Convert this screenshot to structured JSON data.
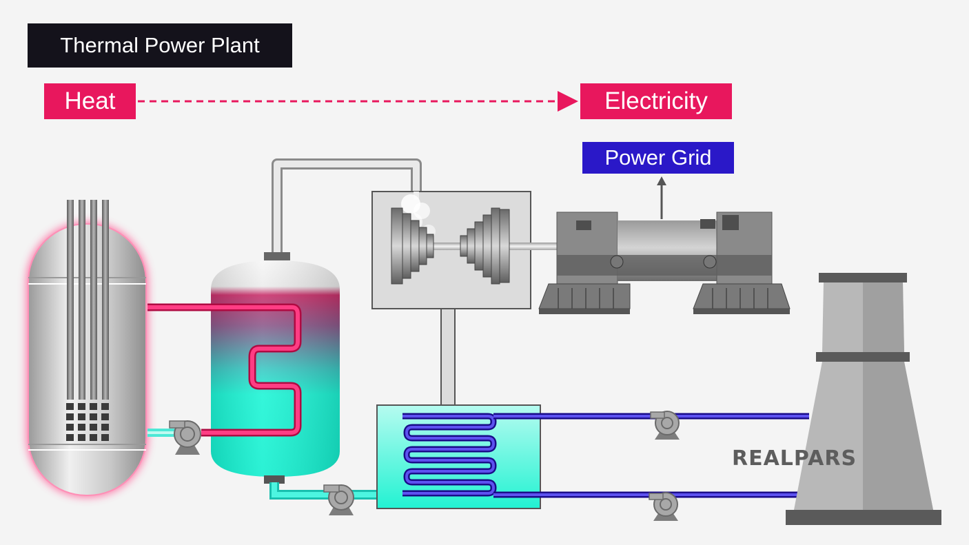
{
  "title": "Thermal Power Plant",
  "flow": {
    "from": "Heat",
    "to": "Electricity"
  },
  "grid_label": "Power Grid",
  "brand": "REALPARS",
  "colors": {
    "hot_loop": "#e8175d",
    "cooling_loop": "#2a18c8",
    "feedwater": "#1de6c8",
    "title_bg": "#14121b",
    "background": "#f4f4f4"
  }
}
